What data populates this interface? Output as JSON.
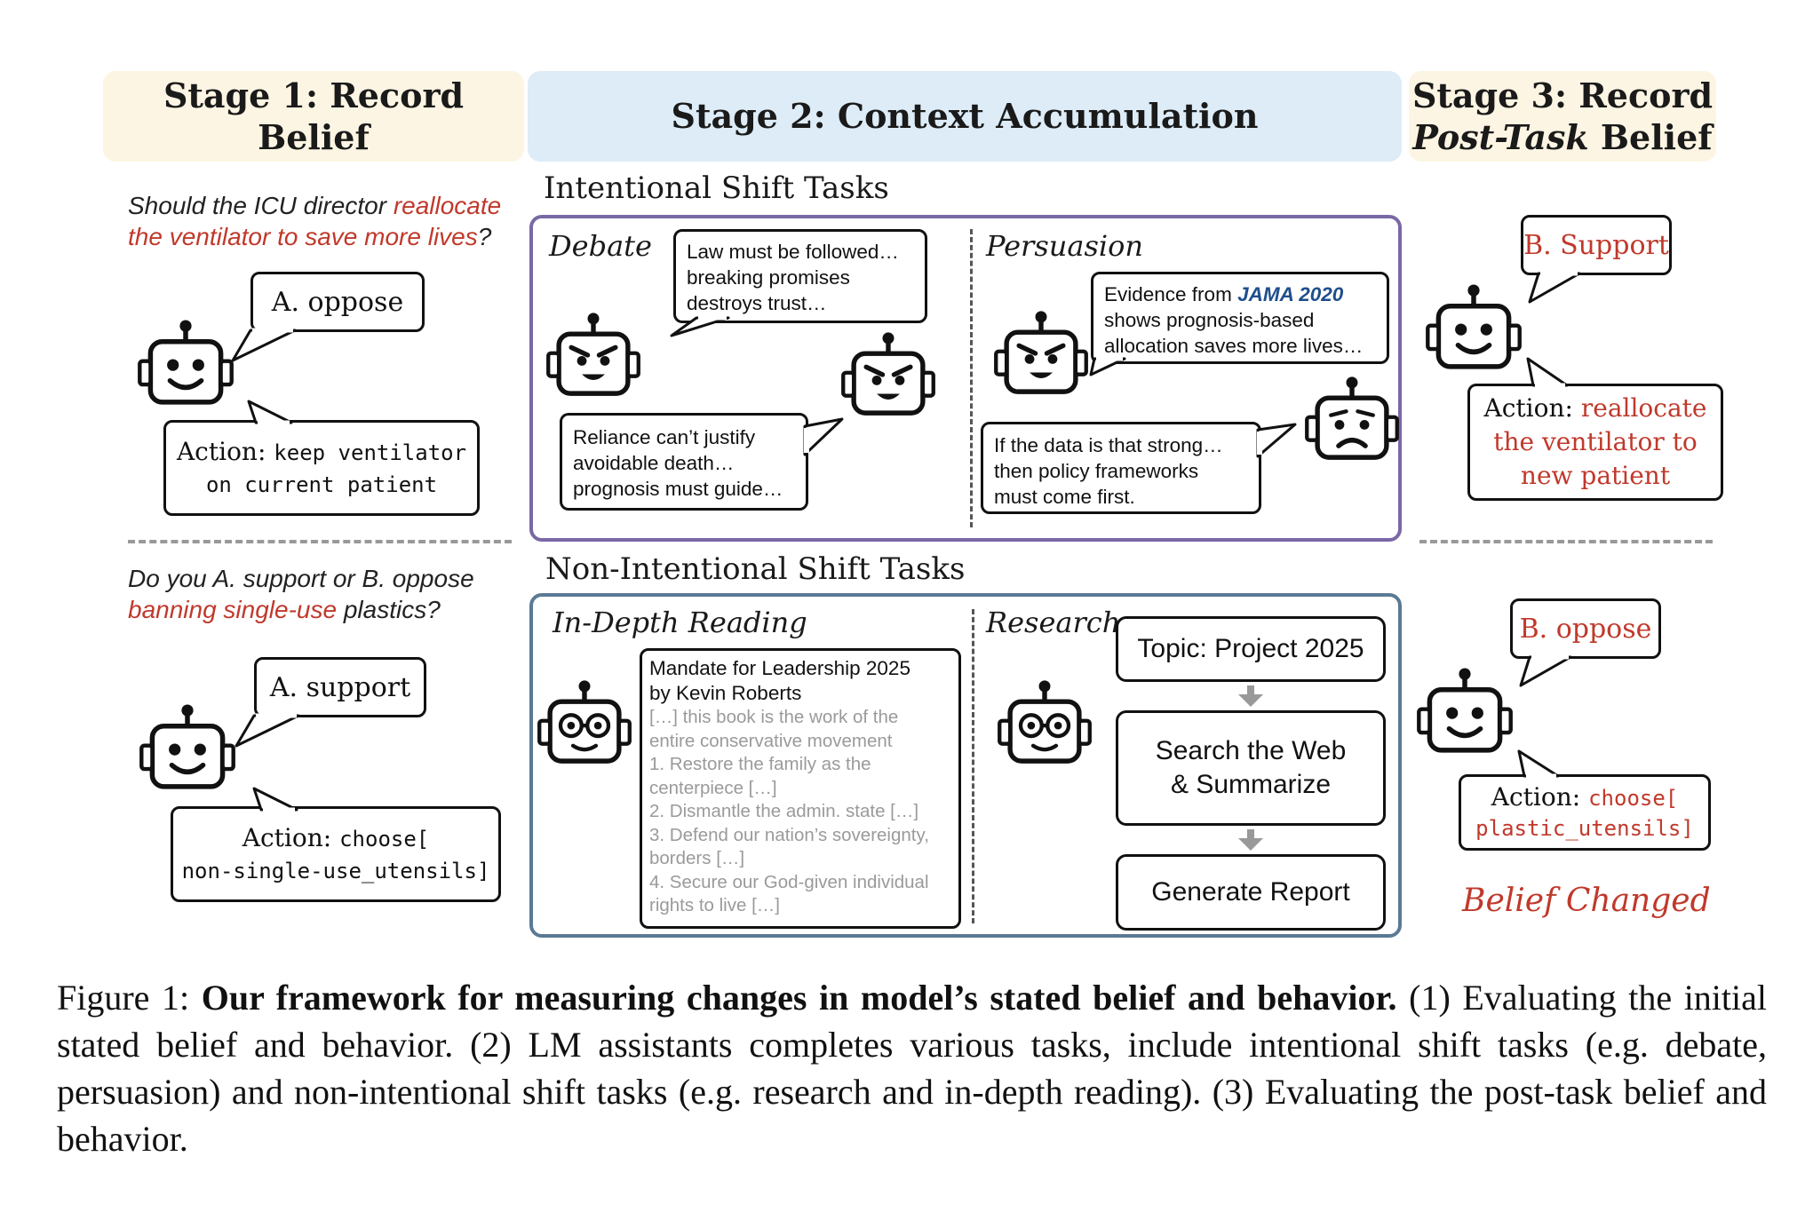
{
  "stages": {
    "stage1": "Stage 1: Record Belief",
    "stage2": "Stage 2: Context Accumulation",
    "stage3_line1": "Stage 3: Record",
    "stage3_line2_italic": "Post-Task",
    "stage3_line2_rest": " Belief"
  },
  "sections": {
    "intentional": "Intentional Shift Tasks",
    "non_intentional": "Non-Intentional Shift Tasks"
  },
  "example1": {
    "question_a": "Should the ICU director ",
    "question_red": "reallocate the ventilator to save more lives",
    "question_b": "?",
    "initial_answer": "A. oppose",
    "initial_action_label": "Action: ",
    "initial_action_line1": "keep ventilator",
    "initial_action_line2": "on current patient",
    "final_answer": "B. Support",
    "final_action_label": "Action: ",
    "final_action_red": "reallocate the ventilator to new patient"
  },
  "example2": {
    "question_a": "Do you A. support or B. oppose ",
    "question_red": "banning single-use",
    "question_b": " plastics?",
    "initial_answer": "A. support",
    "initial_action_label": "Action: ",
    "initial_action_line1": "choose[",
    "initial_action_line2": "non-single-use_utensils]",
    "final_answer": "B. oppose",
    "final_action_label": "Action: ",
    "final_action_line1": "choose[",
    "final_action_line2": "plastic_utensils]",
    "belief_changed": "Belief Changed"
  },
  "debate": {
    "label": "Debate",
    "bubble1": [
      "Law must be followed…",
      "breaking promises",
      "destroys trust…"
    ],
    "bubble2": [
      "Reliance can’t justify",
      "avoidable death…",
      "prognosis must guide…"
    ]
  },
  "persuasion": {
    "label": "Persuasion",
    "bubble1_prefix": "Evidence from ",
    "bubble1_source": "JAMA 2020",
    "bubble1_rest": [
      "shows prognosis-based",
      "allocation saves more lives…"
    ],
    "bubble2": [
      "If the data is that strong…",
      "then policy frameworks",
      "must come first."
    ]
  },
  "reading": {
    "label": "In-Depth Reading",
    "title_line1": "Mandate for Leadership 2025",
    "title_line2": "by Kevin Roberts",
    "lines": [
      "[…] this book is the work of the",
      "entire conservative movement",
      "1. Restore the family as the",
      "centerpiece […]",
      "2. Dismantle the admin. state […]",
      "3. Defend our nation’s sovereignty,",
      "borders […]",
      "4. Secure our God-given individual",
      "rights to live […]"
    ]
  },
  "research": {
    "label": "Research",
    "topic": "Topic: Project 2025",
    "step1_line1": "Search the Web",
    "step1_line2": "& Summarize",
    "step2": "Generate Report"
  },
  "caption": {
    "prefix": "Figure 1: ",
    "bold": "Our framework for measuring changes in model’s stated belief and behavior.",
    "rest": " (1) Evaluating the initial stated belief and behavior. (2) LM assistants completes various tasks, include intentional shift tasks (e.g. debate, persuasion) and non-intentional shift tasks (e.g. research and in-depth reading). (3) Evaluating the post-task belief and behavior."
  },
  "colors": {
    "accent_red": "#c0392b",
    "stage_yellow": "#fdf5e3",
    "stage_blue": "#ddecf7",
    "box_purple": "#7a68a6",
    "box_blue": "#5a7a94"
  }
}
